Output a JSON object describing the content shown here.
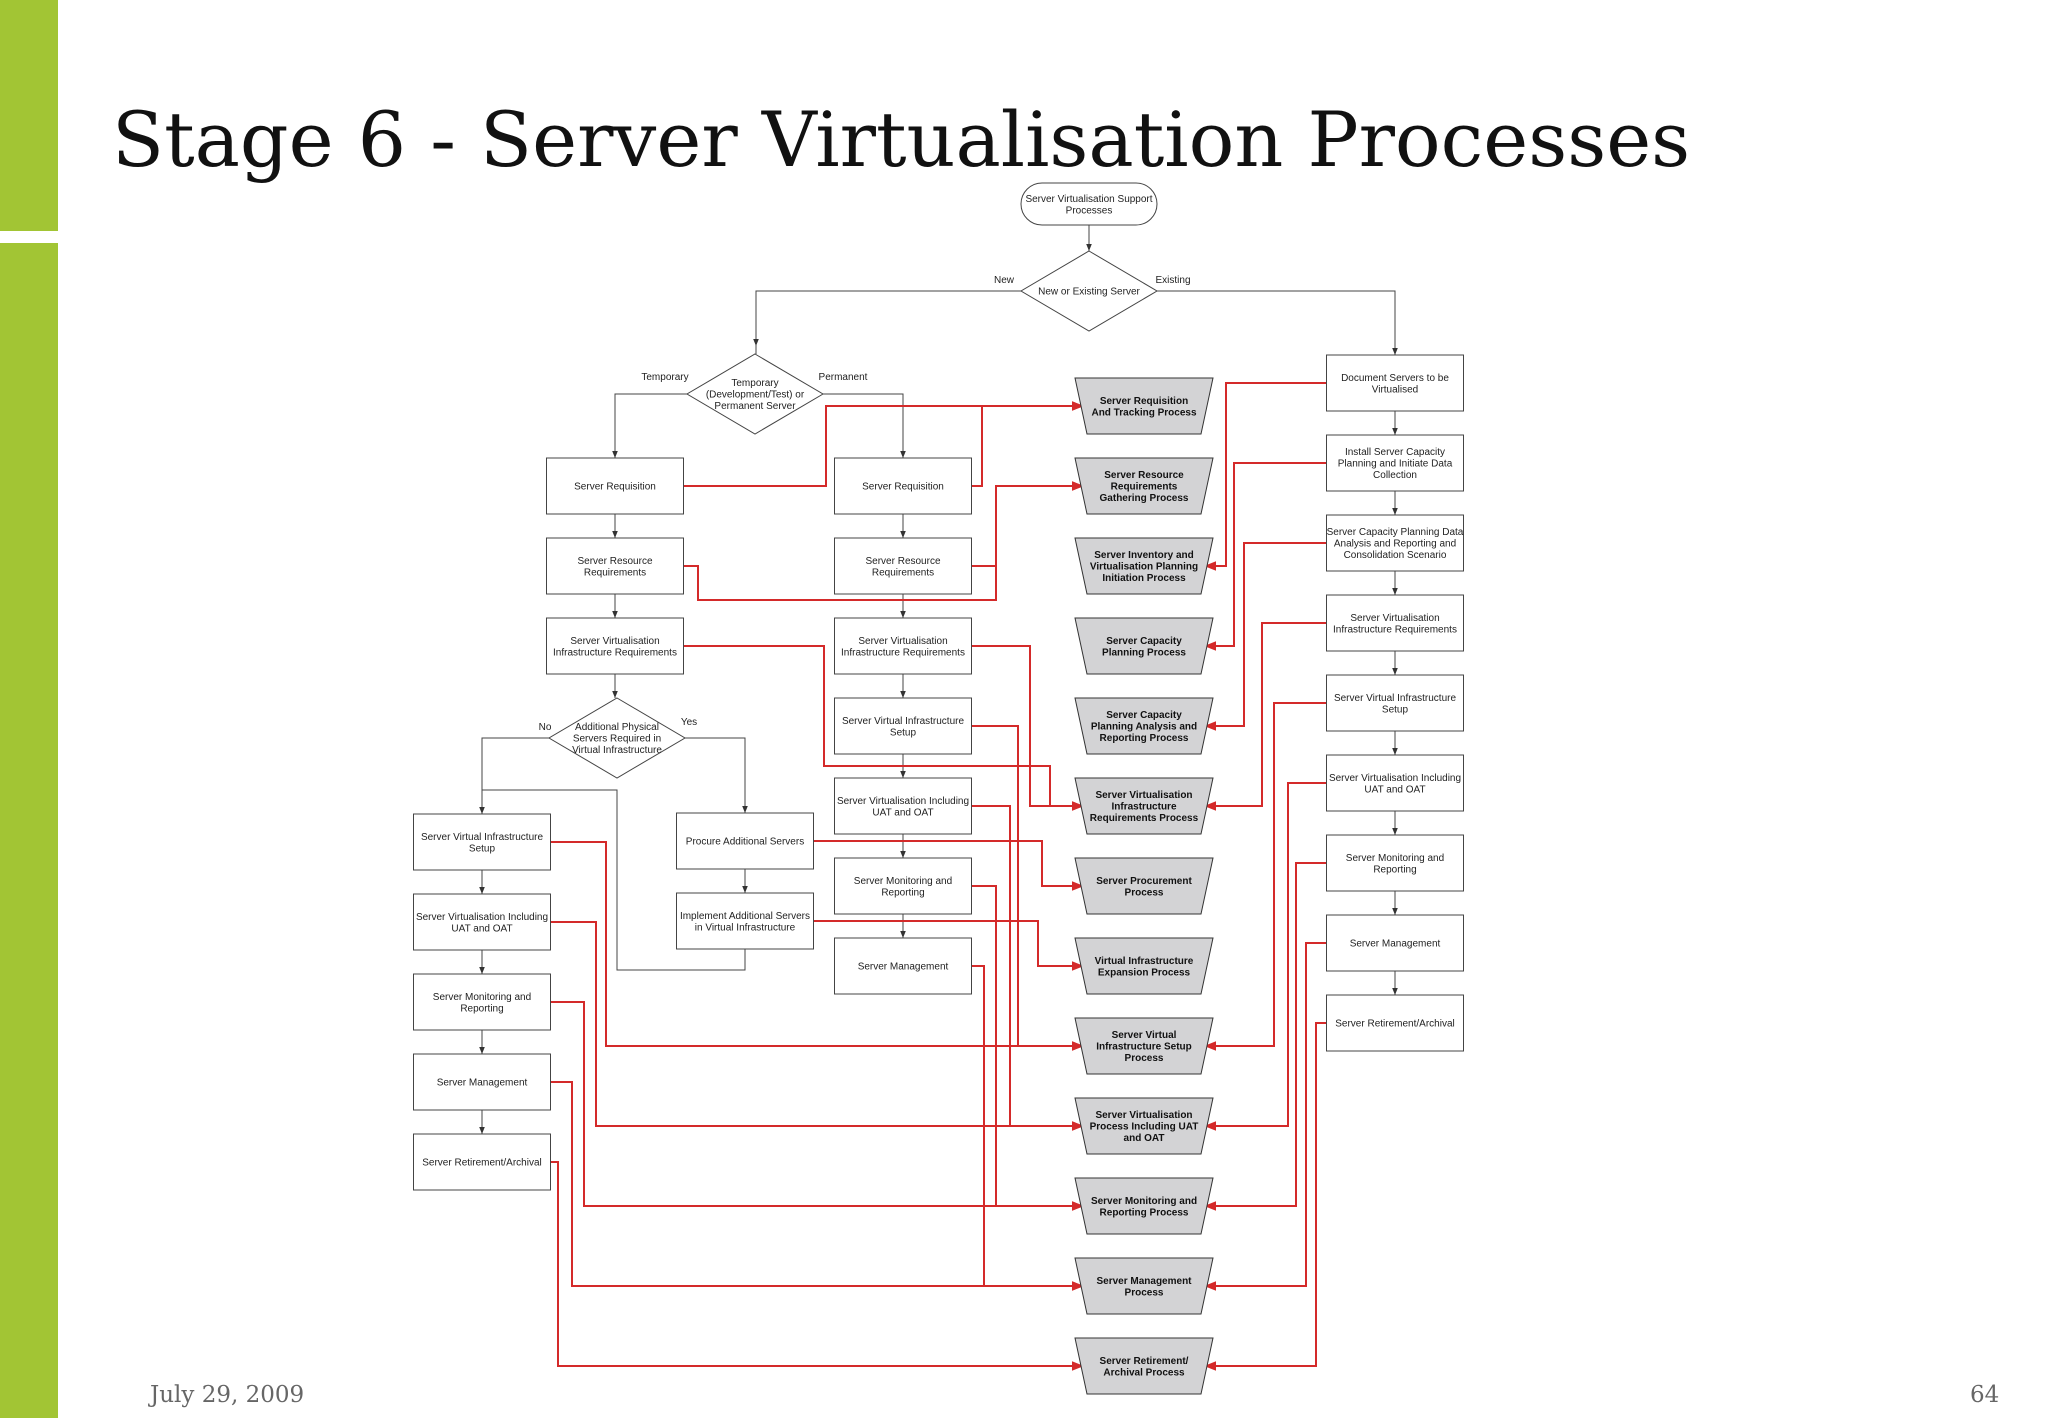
{
  "slide": {
    "title": "Stage 6 - Server Virtualisation Processes",
    "date": "July 29, 2009",
    "page_number": "64"
  },
  "colors": {
    "accent_bar": "#a2c534",
    "connector_red": "#d42a2a",
    "process_fill": "#d3d3d5"
  },
  "diagram": {
    "start": {
      "lines": [
        "Server Virtualisation Support",
        "Processes"
      ]
    },
    "decisions": {
      "new_existing": {
        "lines": [
          "New or Existing Server"
        ],
        "left_label": "New",
        "right_label": "Existing"
      },
      "temp_perm": {
        "lines": [
          "Temporary",
          "(Development/Test) or",
          "Permanent Server"
        ],
        "left_label": "Temporary",
        "right_label": "Permanent"
      },
      "additional": {
        "lines": [
          "Additional Physical",
          "Servers Required in",
          "Virtual Infrastructure"
        ],
        "left_label": "No",
        "right_label": "Yes"
      }
    },
    "temporary_steps": [
      {
        "lines": [
          "Server Requisition"
        ]
      },
      {
        "lines": [
          "Server Resource",
          "Requirements"
        ]
      },
      {
        "lines": [
          "Server Virtualisation",
          "Infrastructure Requirements"
        ]
      }
    ],
    "no_branch_steps": [
      {
        "lines": [
          "Server Virtual Infrastructure",
          "Setup"
        ]
      },
      {
        "lines": [
          "Server Virtualisation Including",
          "UAT and OAT"
        ]
      },
      {
        "lines": [
          "Server Monitoring and",
          "Reporting"
        ]
      },
      {
        "lines": [
          "Server Management"
        ]
      },
      {
        "lines": [
          "Server Retirement/Archival"
        ]
      }
    ],
    "yes_branch_steps": [
      {
        "lines": [
          "Procure Additional Servers"
        ]
      },
      {
        "lines": [
          "Implement Additional Servers",
          "in Virtual Infrastructure"
        ]
      }
    ],
    "permanent_steps": [
      {
        "lines": [
          "Server Requisition"
        ]
      },
      {
        "lines": [
          "Server Resource",
          "Requirements"
        ]
      },
      {
        "lines": [
          "Server Virtualisation",
          "Infrastructure Requirements"
        ]
      },
      {
        "lines": [
          "Server Virtual Infrastructure",
          "Setup"
        ]
      },
      {
        "lines": [
          "Server Virtualisation Including",
          "UAT and OAT"
        ]
      },
      {
        "lines": [
          "Server Monitoring and",
          "Reporting"
        ]
      },
      {
        "lines": [
          "Server Management"
        ]
      }
    ],
    "existing_steps": [
      {
        "lines": [
          "Document Servers to be",
          "Virtualised"
        ]
      },
      {
        "lines": [
          "Install Server Capacity",
          "Planning and Initiate Data",
          "Collection"
        ]
      },
      {
        "lines": [
          "Server Capacity Planning Data",
          "Analysis and Reporting and",
          "Consolidation Scenario"
        ]
      },
      {
        "lines": [
          "Server Virtualisation",
          "Infrastructure Requirements"
        ]
      },
      {
        "lines": [
          "Server Virtual Infrastructure",
          "Setup"
        ]
      },
      {
        "lines": [
          "Server Virtualisation Including",
          "UAT and OAT"
        ]
      },
      {
        "lines": [
          "Server Monitoring and",
          "Reporting"
        ]
      },
      {
        "lines": [
          "Server Management"
        ]
      },
      {
        "lines": [
          "Server Retirement/Archival"
        ]
      }
    ],
    "processes": [
      {
        "lines": [
          "Server Requisition",
          "And Tracking Process"
        ]
      },
      {
        "lines": [
          "Server Resource",
          "Requirements",
          "Gathering Process"
        ]
      },
      {
        "lines": [
          "Server Inventory and",
          "Virtualisation Planning",
          "Initiation Process"
        ]
      },
      {
        "lines": [
          "Server Capacity",
          "Planning Process"
        ]
      },
      {
        "lines": [
          "Server Capacity",
          "Planning Analysis and",
          "Reporting Process"
        ]
      },
      {
        "lines": [
          "Server Virtualisation",
          "Infrastructure",
          "Requirements Process"
        ]
      },
      {
        "lines": [
          "Server Procurement",
          "Process"
        ]
      },
      {
        "lines": [
          "Virtual Infrastructure",
          "Expansion Process"
        ]
      },
      {
        "lines": [
          "Server Virtual",
          "Infrastructure Setup",
          "Process"
        ]
      },
      {
        "lines": [
          "Server Virtualisation",
          "Process Including UAT",
          "and OAT"
        ]
      },
      {
        "lines": [
          "Server Monitoring and",
          "Reporting Process"
        ]
      },
      {
        "lines": [
          "Server Management",
          "Process"
        ]
      },
      {
        "lines": [
          "Server Retirement/",
          "Archival Process"
        ]
      }
    ]
  }
}
